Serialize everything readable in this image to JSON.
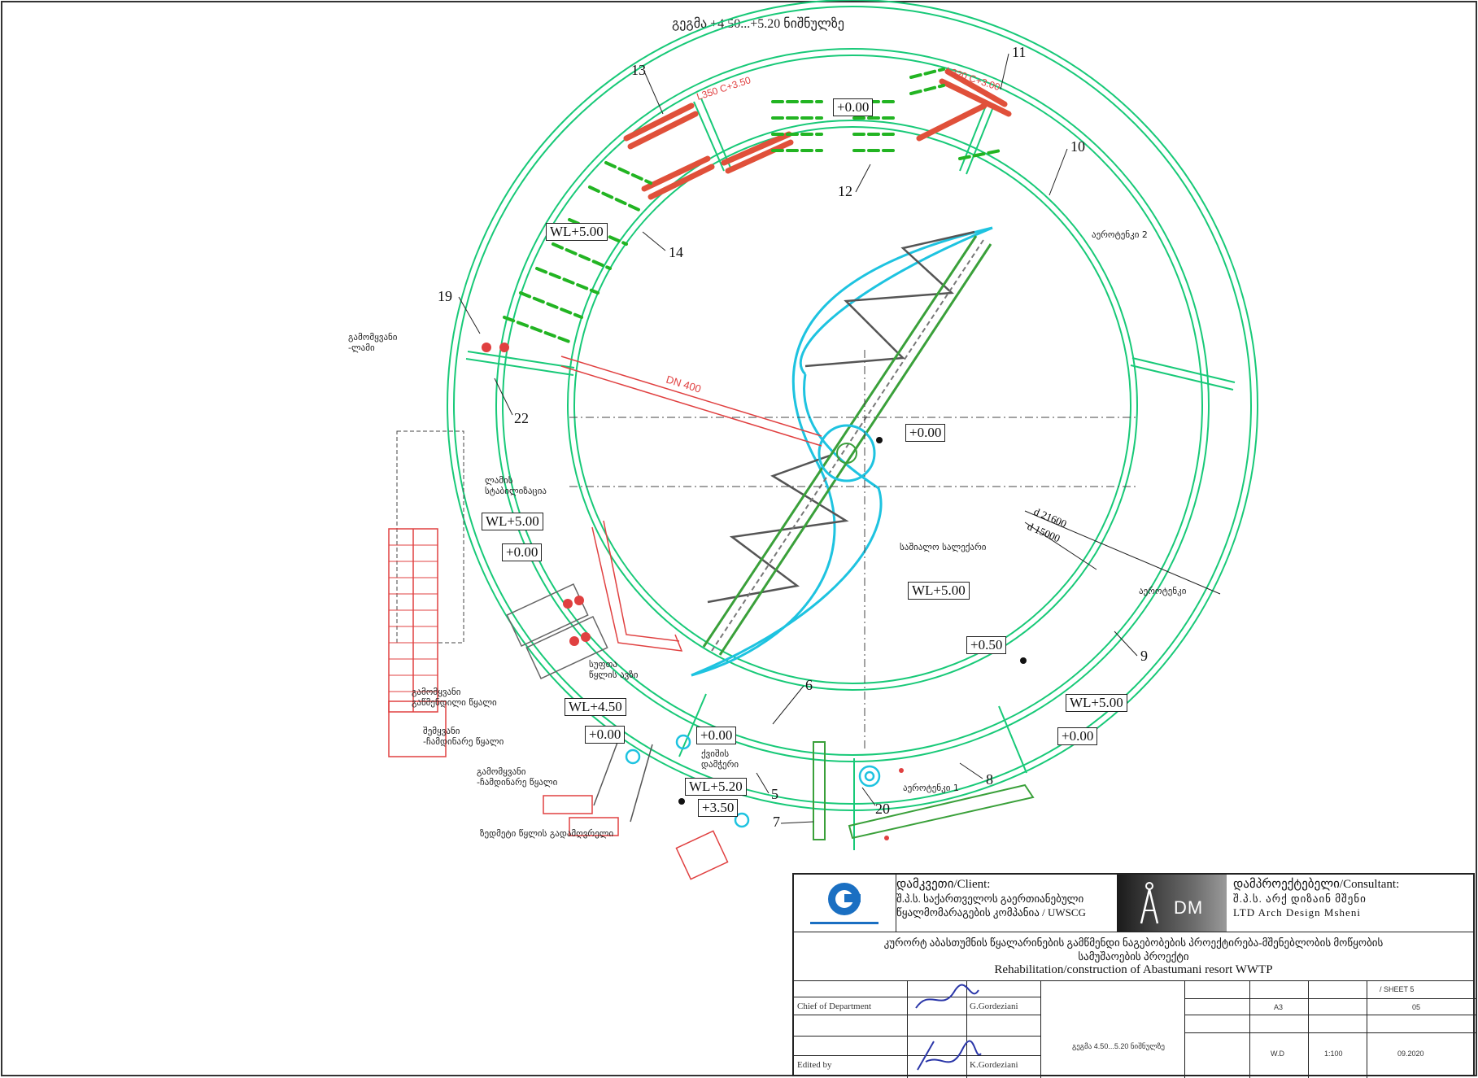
{
  "drawing": {
    "title": "გეგმა +4.50...+5.20 ნიშნულზე"
  },
  "labels": {
    "elev_top": "+0.00",
    "wl_left": "WL+5.00",
    "elev_center": "+0.00",
    "wl_mid_left": "WL+5.00",
    "elev_mid_left": "+0.00",
    "wl_center": "WL+5.00",
    "elev_050": "+0.50",
    "wl_bot_left": "WL+4.50",
    "elev_bot_left": "+0.00",
    "elev_bot_mid": "+0.00",
    "wl_520": "WL+5.20",
    "elev_350": "+3.50",
    "wl_bot_right": "WL+5.00",
    "elev_bot_right": "+0.00",
    "dn400": "DN 400",
    "d21600": "d 21600",
    "d15000": "d 15000",
    "dim_left_top": "L350  C+3.50",
    "dim_right_top": "L320  C+3.00"
  },
  "callouts": [
    "13",
    "11",
    "10",
    "12",
    "14",
    "19",
    "22",
    "6",
    "9",
    "8",
    "5",
    "7",
    "20"
  ],
  "geo_text": {
    "aero2": "აეროტენკი 2",
    "aero1": "აეროტენკი 1",
    "aero": "აეროტენკი",
    "settler": "საშიალო სალექარი",
    "outflow_sludge": "გამომყვანი\n-ლამი",
    "sludge_stab": "ლამის\nსტაბილიზაცია",
    "clean_water": "სუფთა\nწყლის ავზი",
    "out_treated": "გამომყვანი\nგაწმენდილი წყალი",
    "in_untreated": "შემყვანი\n-ჩამდინარე წყალი",
    "out_untreated": "გამომყვანი\n-ჩამდინარე წყალი",
    "excess_water": "ზედმეტი წყლის გადამღვრელი",
    "sand_trap": "ქვიშის\nდამჭერი"
  },
  "title_block": {
    "client_label": "დამკვეთი/Client:",
    "client_name": "შ.პ.ს. საქართველოს გაერთიანებული\nწყალმომარაგების კომპანია / UWSCG",
    "logo_text": "DM",
    "consultant_label": "დამპროექტებელი/Consultant:",
    "consultant_name": "შ.პ.ს. არქ დიზაინ მშენი\nLTD Arch Design Msheni",
    "project_ge": "კურორტ აბასთუმნის წყალარინების გამწმენდი ნაგებობების პროექტირება-მშენებლობის მოწყობის\nსამუშაოების პროექტი",
    "project_en": "Rehabilitation/construction of Abastumani resort WWTP",
    "chief_label": "Chief of Department",
    "chief_name": "G.Gordeziani",
    "edited_label": "Edited by",
    "edited_name": "K.Gordeziani",
    "sheet_label": "/ SHEET 5",
    "sheet_no": "05",
    "stage": "W.D",
    "scale": "1:100",
    "date": "09.2020",
    "size": "A3",
    "plan_desc": "გეგმა 4.50...5.20 ნიშნულზე"
  }
}
